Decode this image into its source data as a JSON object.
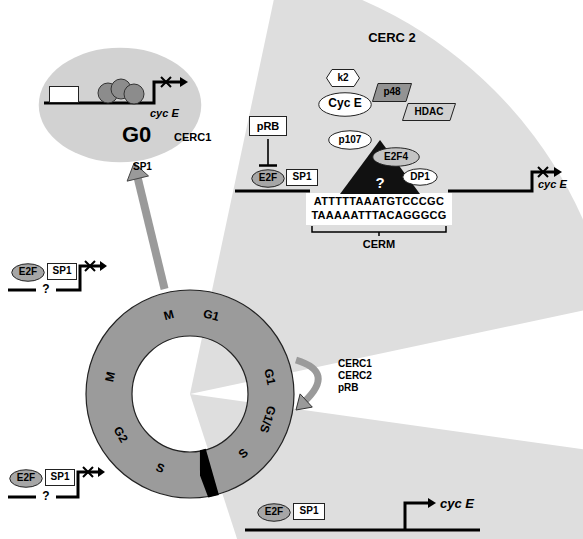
{
  "diagram": {
    "nodes": [
      {
        "text": [
          "G0"
        ]
      },
      {
        "text": [
          "SP1"
        ],
        "in": 0
      },
      {
        "text": [
          "CERC1"
        ],
        "in": 0
      },
      {
        "text": [
          "k2"
        ]
      },
      {
        "text": [
          "p48"
        ]
      },
      {
        "text": [
          "Cyc E"
        ]
      },
      {
        "text": [
          "HDAC"
        ]
      },
      {
        "text": [
          "pRB"
        ]
      },
      {
        "text": [
          "p107"
        ]
      },
      {
        "text": [
          "E2F4"
        ]
      },
      {
        "text": [
          "E2F"
        ]
      },
      {
        "text": [
          "SP1"
        ]
      },
      {
        "text": [
          "DP1"
        ]
      },
      {
        "text": [
          "?"
        ]
      },
      {
        "text": [
          "E2F"
        ]
      },
      {
        "text": [
          "SP1"
        ]
      },
      {
        "text": [
          "M",
          "G1",
          "G1",
          "G1/S",
          "S",
          "S",
          "G2",
          "M"
        ]
      },
      {
        "text": [
          "E2F"
        ]
      },
      {
        "text": [
          "SP1"
        ]
      },
      {
        "text": [
          "E2F"
        ]
      },
      {
        "text": [
          "SP1"
        ]
      }
    ],
    "edges": [
      {
        "from": 16,
        "to": 0,
        "arrow": "to"
      },
      {
        "from": 7,
        "to": 10,
        "arrow": "to"
      }
    ],
    "labels": [
      "CERC 2",
      "cyc E",
      "ATTTTTAAATGTCCCGC",
      "TAAAAATTTACAGGGCG",
      "CERM",
      "cyc E",
      "?",
      "CERC1",
      "CERC2",
      "pRB",
      "?",
      "cyc E"
    ]
  }
}
